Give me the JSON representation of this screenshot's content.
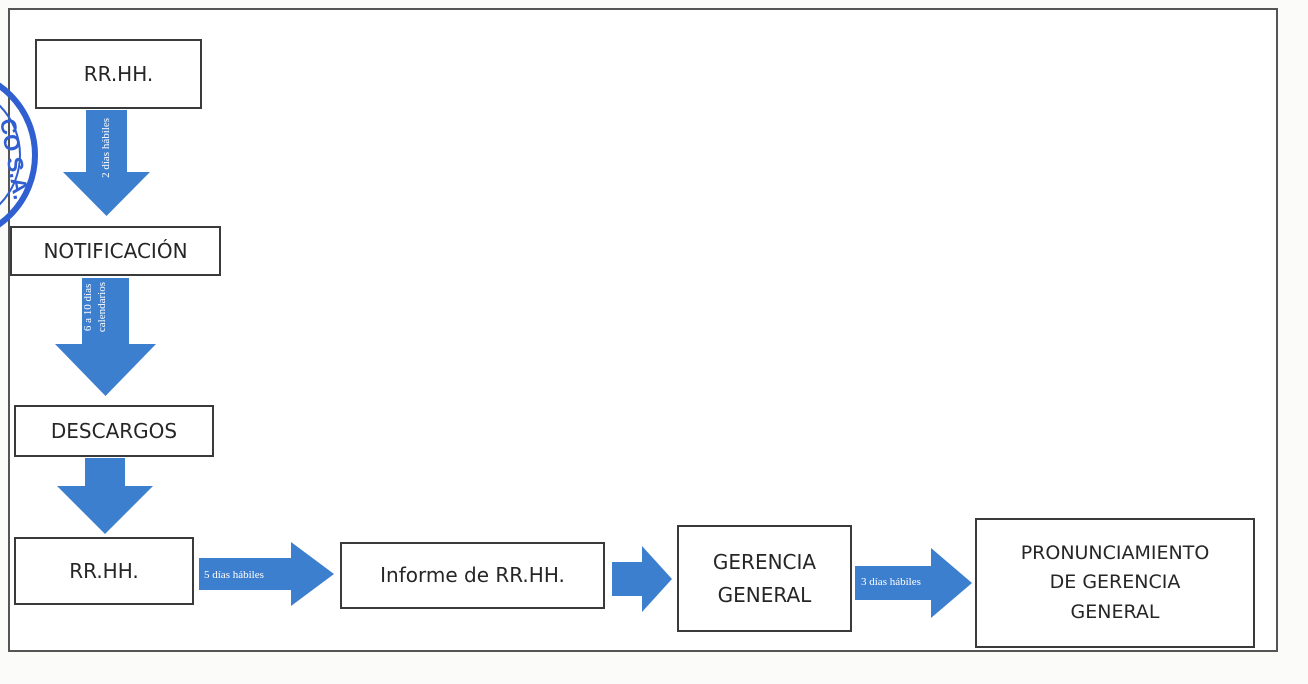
{
  "diagram": {
    "nodes": {
      "rrhh_top": "RR.HH.",
      "notificacion": "NOTIFICACIÓN",
      "descargos": "DESCARGOS",
      "rrhh_bottom": "RR.HH.",
      "informe": "Informe de RR.HH.",
      "gerencia_line1": "GERENCIA",
      "gerencia_line2": "GENERAL",
      "pronunciamiento_line1": "PRONUNCIAMIENTO",
      "pronunciamiento_line2": "DE GERENCIA",
      "pronunciamiento_line3": "GENERAL"
    },
    "arrows": {
      "a1": "2 días hábiles",
      "a2_line1": "6 a 10 días",
      "a2_line2": "calendarios",
      "a4": "5 días hábiles",
      "a6": "3 días hábiles"
    },
    "stamp_text": "CO S.A."
  },
  "colors": {
    "arrow_fill": "#3d7fcf",
    "box_border": "#3a3a3a",
    "stamp": "#2f5fd0"
  }
}
